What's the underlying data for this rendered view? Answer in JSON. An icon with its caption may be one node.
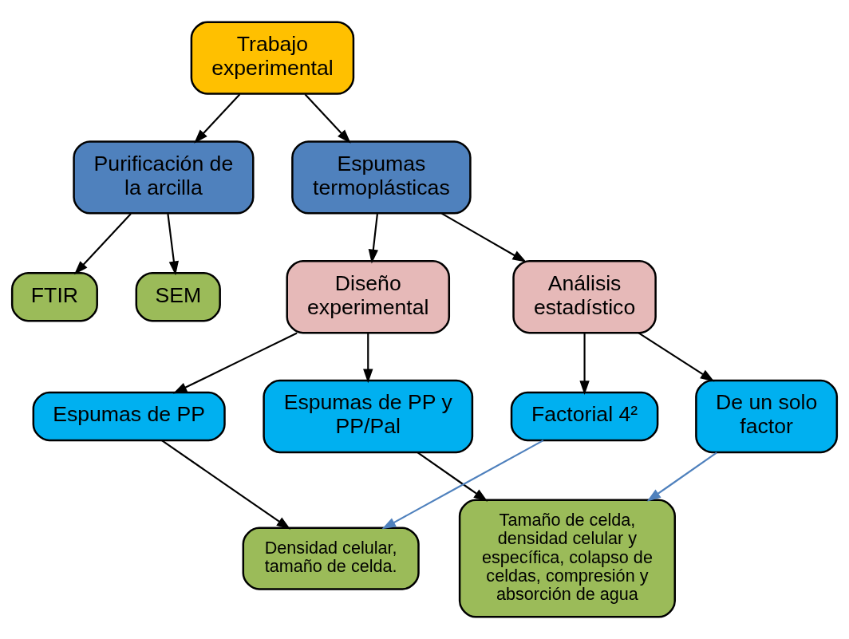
{
  "diagram": {
    "nodes": [
      {
        "text": [
          "Trabajo experimental"
        ]
      },
      {
        "text": [
          "Purificación de la arcilla"
        ]
      },
      {
        "text": [
          "Espumas termoplásticas"
        ]
      },
      {
        "text": [
          "FTIR"
        ]
      },
      {
        "text": [
          "SEM"
        ]
      },
      {
        "text": [
          "Diseño experimental"
        ]
      },
      {
        "text": [
          "Análisis estadístico"
        ]
      },
      {
        "text": [
          "Espumas de PP"
        ]
      },
      {
        "text": [
          "Espumas de PP y PP/Pal"
        ]
      },
      {
        "text": [
          "Factorial 4²"
        ]
      },
      {
        "text": [
          "De un solo factor"
        ]
      },
      {
        "text": [
          "Densidad celular, tamaño de celda."
        ]
      },
      {
        "text": [
          "Tamaño de celda, densidad celular y específica, colapso de celdas, compresión y absorción de agua"
        ]
      }
    ],
    "edges": [
      {
        "from": 0,
        "to": 1,
        "arrow": "to"
      },
      {
        "from": 0,
        "to": 2,
        "arrow": "to"
      },
      {
        "from": 1,
        "to": 3,
        "arrow": "to"
      },
      {
        "from": 1,
        "to": 4,
        "arrow": "to"
      },
      {
        "from": 2,
        "to": 5,
        "arrow": "to"
      },
      {
        "from": 2,
        "to": 6,
        "arrow": "to"
      },
      {
        "from": 5,
        "to": 7,
        "arrow": "to"
      },
      {
        "from": 5,
        "to": 8,
        "arrow": "to"
      },
      {
        "from": 6,
        "to": 9,
        "arrow": "to"
      },
      {
        "from": 6,
        "to": 10,
        "arrow": "to"
      },
      {
        "from": 7,
        "to": 11,
        "arrow": "to"
      },
      {
        "from": 8,
        "to": 12,
        "arrow": "to"
      },
      {
        "from": 9,
        "to": 11,
        "arrow": "to",
        "color": "#4f81bd"
      },
      {
        "from": 10,
        "to": 12,
        "arrow": "to",
        "color": "#4f81bd"
      }
    ]
  }
}
